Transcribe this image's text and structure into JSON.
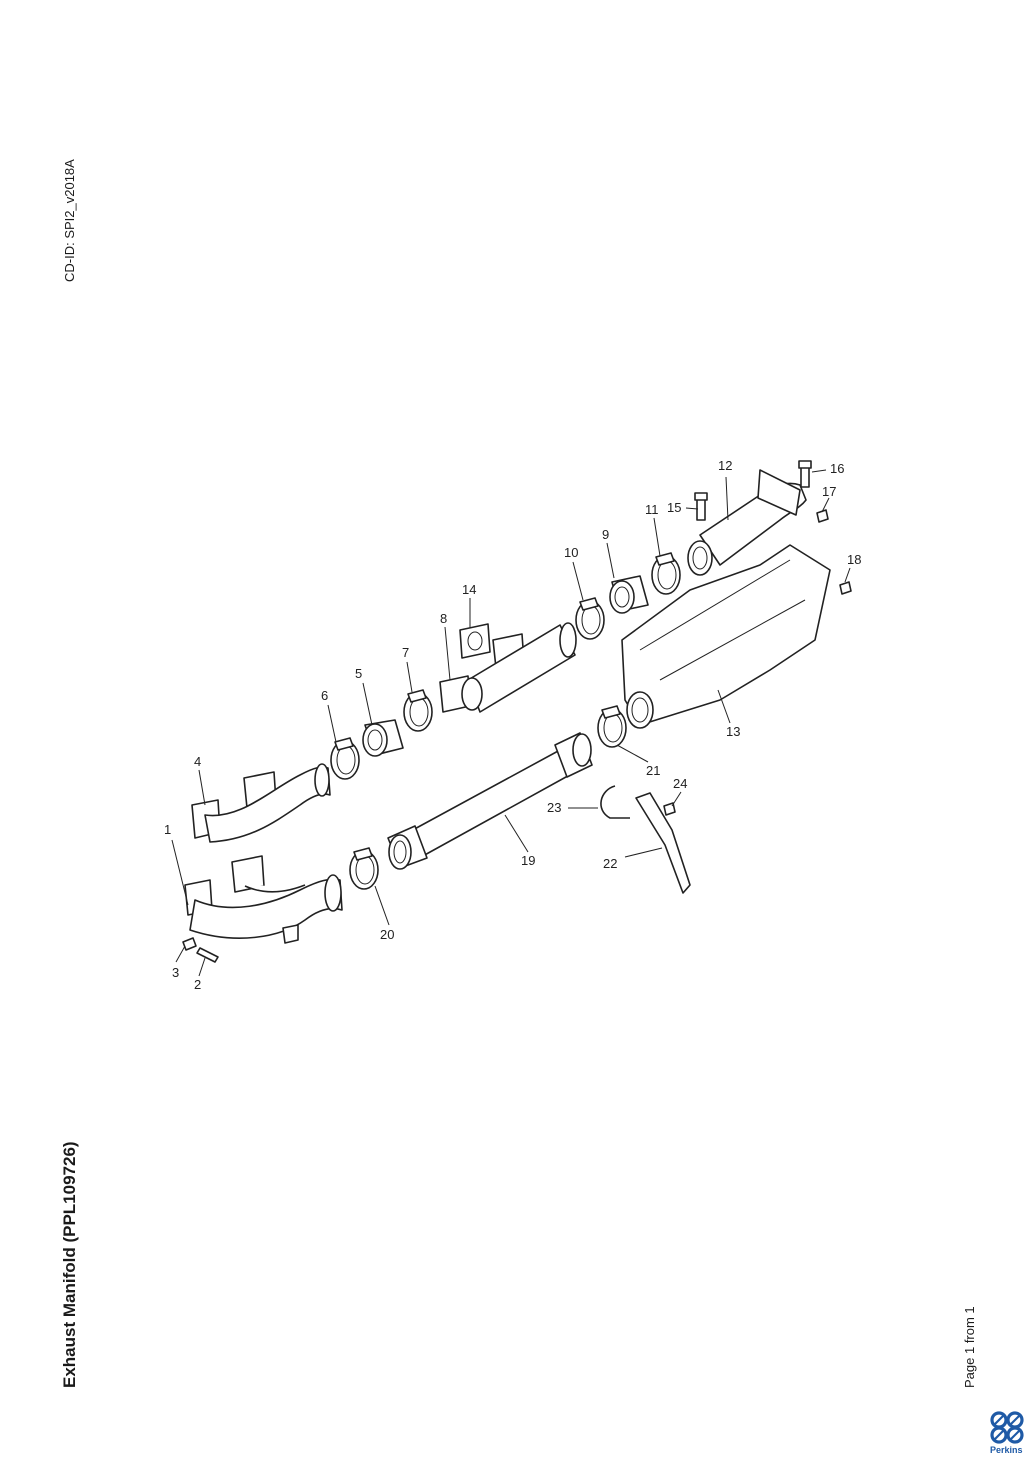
{
  "doc_id": "CD-ID: SPI2_v2018A",
  "title": "Exhaust Manifold (PPL109726)",
  "page": "Page 1 from 1",
  "brand": "Perkins",
  "brand_color": "#1f5aa6",
  "callouts": [
    "1",
    "2",
    "3",
    "4",
    "5",
    "6",
    "7",
    "8",
    "9",
    "10",
    "11",
    "12",
    "13",
    "14",
    "15",
    "16",
    "17",
    "18",
    "19",
    "20",
    "21",
    "22",
    "23",
    "24"
  ]
}
